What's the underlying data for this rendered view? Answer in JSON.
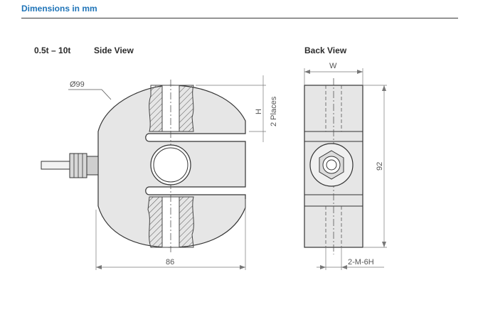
{
  "header": {
    "title": "Dimensions in mm"
  },
  "side_view": {
    "range_label": "0.5t – 10t",
    "title": "Side View"
  },
  "back_view": {
    "title": "Back View"
  },
  "dimensions": {
    "diameter": "Ø99",
    "height": "H",
    "places": "2 Places",
    "width_86": "86",
    "width_w": "W",
    "height_92": "92",
    "thread": "2-M-6H"
  },
  "colors": {
    "header": "#1f74b8",
    "rule": "#3a3a3a",
    "body_fill": "#e6e6e6",
    "hatch": "#555555"
  }
}
